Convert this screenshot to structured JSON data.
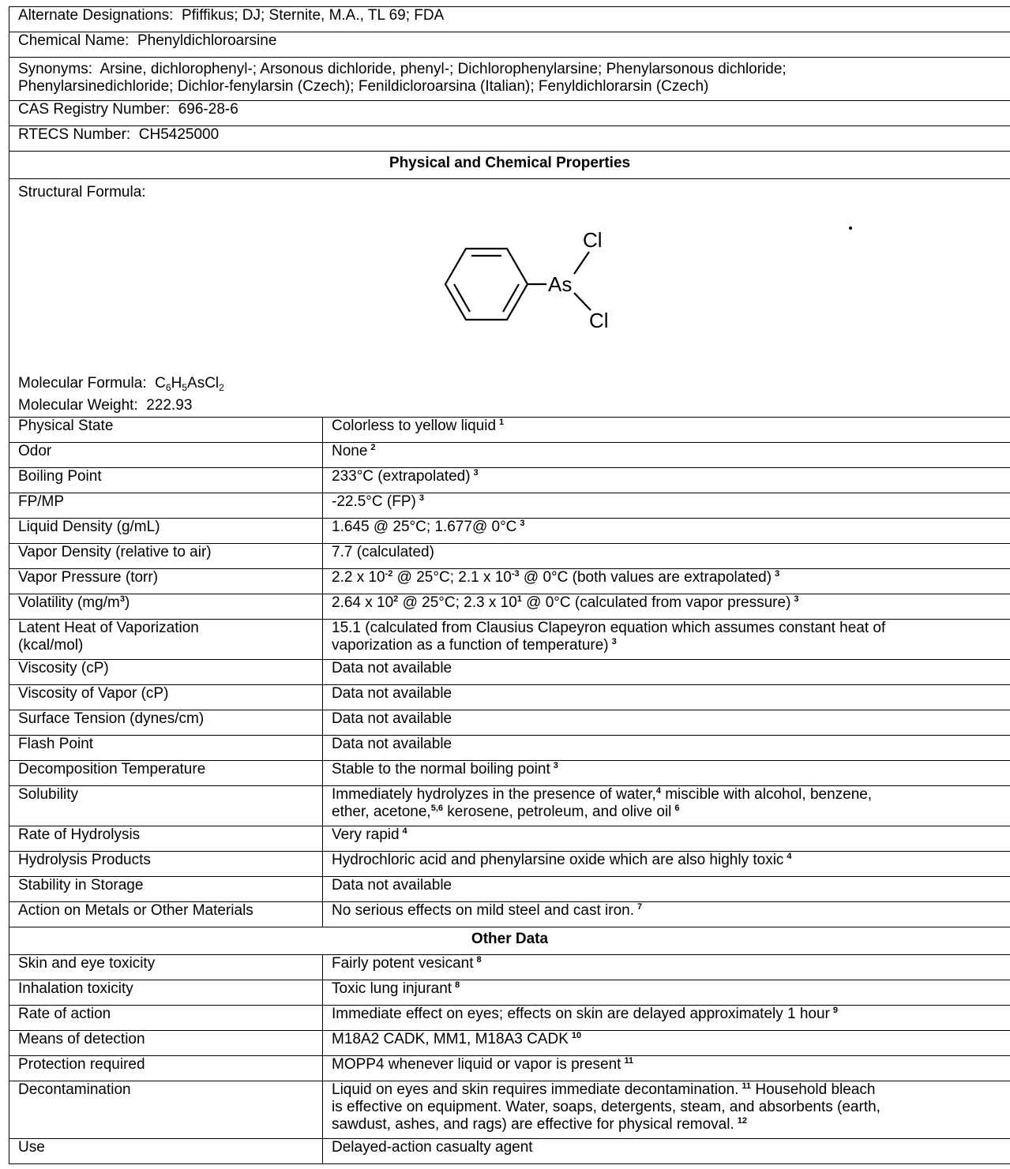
{
  "header_rows": [
    {
      "label": "Alternate Designations:",
      "value": "Pfiffikus; DJ; Sternite, M.A., TL 69; FDA"
    },
    {
      "label": "Chemical Name:",
      "value": "Phenyldichloroarsine"
    },
    {
      "label": "Synonyms:",
      "value": "Arsine, dichlorophenyl-; Arsonous dichloride, phenyl-; Dichlorophenylarsine; Phenylarsonous dichloride;",
      "value2": "Phenylarsinedichloride; Dichlor-fenylarsin (Czech); Fenildicloroarsina (Italian); Fenyldichlorarsin (Czech)"
    },
    {
      "label": "CAS Registry Number:",
      "value": "696-28-6"
    },
    {
      "label": "RTECS Number:",
      "value": "CH5425000"
    }
  ],
  "section1_title": "Physical and Chemical Properties",
  "structure": {
    "label": "Structural Formula:",
    "atom_as": "As",
    "atom_cl_top": "Cl",
    "atom_cl_bottom": "Cl"
  },
  "molecular": {
    "formula_label": "Molecular Formula:",
    "formula_parts": [
      "C",
      "6",
      "H",
      "5",
      "AsCl",
      "2"
    ],
    "weight_label": "Molecular Weight:",
    "weight_value": "222.93"
  },
  "properties": [
    {
      "label": "Physical State",
      "value": "Colorless to yellow liquid",
      "ref": "1"
    },
    {
      "label": "Odor",
      "value": "None",
      "ref": "2"
    },
    {
      "label": "Boiling Point",
      "value": "233°C (extrapolated)",
      "ref": "3"
    },
    {
      "label": "FP/MP",
      "value": "-22.5°C (FP)",
      "ref": "3"
    },
    {
      "label": "Liquid Density (g/mL)",
      "value": "1.645 @ 25°C; 1.677@ 0°C",
      "ref": "3"
    },
    {
      "label": "Vapor Density (relative to air)",
      "value": "7.7 (calculated)"
    },
    {
      "label": "Vapor Pressure (torr)",
      "v_a": "2.2 x 10",
      "v_a_exp": "-2",
      "v_b": " @ 25°C; 2.1 x 10",
      "v_b_exp": "-3",
      "v_c": " @ 0°C (both values are extrapolated)",
      "ref": "3"
    },
    {
      "label_a": "Volatility (mg/m",
      "label_exp": "3",
      "label_b": ")",
      "v_a": "2.64 x 10",
      "v_a_exp": "2",
      "v_b": " @ 25°C; 2.3 x 10",
      "v_b_exp": "1",
      "v_c": " @ 0°C (calculated from vapor pressure)",
      "ref": "3"
    },
    {
      "label_a": "Latent Heat of Vaporization",
      "label_b": "(kcal/mol)",
      "value_a": "15.1 (calculated from Clausius Clapeyron equation which assumes constant heat of",
      "value_b": "vaporization as a function of temperature)",
      "ref": "3"
    },
    {
      "label": "Viscosity (cP)",
      "value": "Data not available"
    },
    {
      "label": "Viscosity of Vapor (cP)",
      "value": "Data not available"
    },
    {
      "label": "Surface Tension (dynes/cm)",
      "value": "Data not available"
    },
    {
      "label": "Flash Point",
      "value": "Data not available"
    },
    {
      "label": "Decomposition Temperature",
      "value": "Stable to the normal boiling point",
      "ref": "3"
    },
    {
      "label": "Solubility",
      "v_a": "Immediately hydrolyzes in the presence of water,",
      "ref_a": "4",
      "v_b": " miscible with alcohol, benzene,",
      "v_c": "ether, acetone,",
      "ref_c": "5,6",
      "v_d": " kerosene, petroleum, and olive oil",
      "ref": "6"
    },
    {
      "label": "Rate of Hydrolysis",
      "value": "Very rapid",
      "ref": "4"
    },
    {
      "label": "Hydrolysis Products",
      "value": "Hydrochloric acid and phenylarsine oxide which are also highly toxic",
      "ref": "4"
    },
    {
      "label": "Stability in Storage",
      "value": "Data not available"
    },
    {
      "label": "Action on Metals or Other Materials",
      "value": "No serious effects on mild steel and cast iron.",
      "ref": "7"
    }
  ],
  "section2_title": "Other Data",
  "other": [
    {
      "label": "Skin and eye toxicity",
      "value": "Fairly potent vesicant",
      "ref": "8"
    },
    {
      "label": "Inhalation toxicity",
      "value": "Toxic lung injurant",
      "ref": "8"
    },
    {
      "label": "Rate of action",
      "value": "Immediate effect on eyes; effects on skin are delayed approximately 1 hour",
      "ref": "9"
    },
    {
      "label": "Means of detection",
      "value": "M18A2 CADK, MM1, M18A3 CADK",
      "ref": "10"
    },
    {
      "label": "Protection required",
      "value": "MOPP4 whenever liquid or vapor is present",
      "ref": "11"
    },
    {
      "label": "Decontamination",
      "v_a": "Liquid on eyes and skin requires immediate decontamination.",
      "ref_a": "11",
      "v_b": "  Household bleach",
      "v_c": "is effective on equipment.  Water, soaps, detergents, steam, and absorbents (earth,",
      "v_d": "sawdust, ashes, and rags) are effective for physical removal.",
      "ref": "12"
    },
    {
      "label": "Use",
      "value": "Delayed-action casualty agent"
    }
  ]
}
